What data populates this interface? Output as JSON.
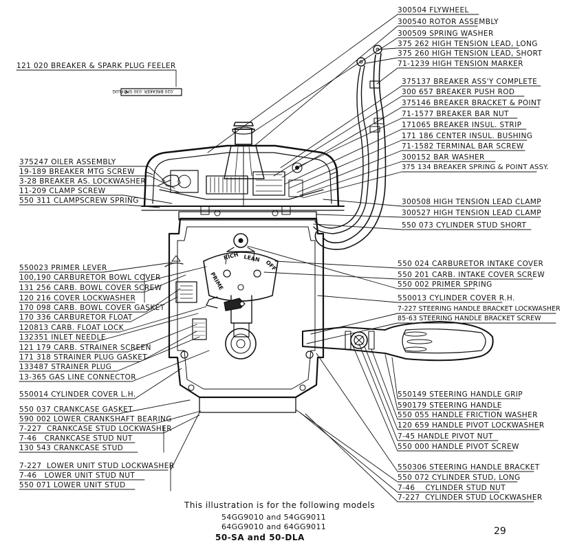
{
  "labels_right": [
    {
      "num": "300504",
      "text": "FLYWHEEL"
    },
    {
      "num": "300540",
      "text": "ROTOR ASSEMBLY"
    },
    {
      "num": "300509",
      "text": "SPRING WASHER"
    },
    {
      "num": "375 262",
      "text": "HIGH TENSION LEAD, LONG"
    },
    {
      "num": "375 260",
      "text": "HIGH TENSION LEAD, SHORT"
    },
    {
      "num": "71-1239",
      "text": "HIGH TENSION MARKER"
    },
    {
      "num": "375137",
      "text": "BREAKER ASS'Y COMPLETE"
    },
    {
      "num": "300 657",
      "text": "BREAKER PUSH ROD"
    },
    {
      "num": "375146",
      "text": "BREAKER BRACKET & POINT"
    },
    {
      "num": "71-1577",
      "text": "BREAKER BAR NUT"
    },
    {
      "num": "171065",
      "text": "BREAKER INSUL. STRIP"
    },
    {
      "num": "171 186",
      "text": "CENTER INSUL. BUSHING"
    },
    {
      "num": "71-1582",
      "text": "TERMINAL BAR SCREW"
    },
    {
      "num": "300152",
      "text": "BAR WASHER"
    },
    {
      "num": "375 134",
      "text": "BREAKER SPRING & POINT ASSY."
    },
    {
      "num": "300508",
      "text": "HIGH TENSION LEAD CLAMP"
    },
    {
      "num": "300527",
      "text": "HIGH TENSION LEAD CLAMP"
    },
    {
      "num": "550 073",
      "text": "CYLINDER STUD SHORT"
    },
    {
      "num": "550 024",
      "text": "CARBURETOR INTAKE COVER"
    },
    {
      "num": "550 201",
      "text": "CARB. INTAKE COVER SCREW"
    },
    {
      "num": "550 002",
      "text": "PRIMER SPRING"
    },
    {
      "num": "550013",
      "text": "CYLINDER COVER R.H."
    },
    {
      "num": "7-227",
      "text": "STEERING HANDLE BRACKET LOCKWASHER"
    },
    {
      "num": "85-63",
      "text": "STEERING HANDLE BRACKET SCREW"
    },
    {
      "num": "550149",
      "text": "STEERING HANDLE GRIP"
    },
    {
      "num": "590179",
      "text": "STEERING HANDLE"
    },
    {
      "num": "550 055",
      "text": "HANDLE FRICTION WASHER"
    },
    {
      "num": "120 659",
      "text": "HANDLE PIVOT LOCKWASHER"
    },
    {
      "num": "7-45",
      "text": "HANDLE PIVOT NUT"
    },
    {
      "num": "550 000",
      "text": "HANDLE PIVOT SCREW"
    },
    {
      "num": "550306",
      "text": "STEERING HANDLE BRACKET"
    },
    {
      "num": "550 072",
      "text": "CYLINDER STUD, LONG"
    },
    {
      "num": "7-46",
      "text": "CYLINDER STUD NUT"
    },
    {
      "num": "7-227",
      "text": "CYLINDER STUD LOCKWASHER"
    }
  ],
  "labels_left": [
    {
      "num": "121 020",
      "text": "BREAKER & SPARK PLUG FEELER"
    },
    {
      "num": "375247",
      "text": "OILER ASSEMBLY"
    },
    {
      "num": "19-189",
      "text": "BREAKER MTG SCREW"
    },
    {
      "num": "3-28",
      "text": "BREAKER AS. LOCKWASHER"
    },
    {
      "num": "11-209",
      "text": "CLAMP SCREW"
    },
    {
      "num": "550 311",
      "text": "CLAMPSCREW SPRING"
    },
    {
      "num": "550023",
      "text": "PRIMER LEVER"
    },
    {
      "num": "100,190",
      "text": "CARBURETOR BOWL COVER"
    },
    {
      "num": "131 256",
      "text": "CARB. BOWL COVER SCREW"
    },
    {
      "num": "120 216",
      "text": "COVER LOCKWASHER"
    },
    {
      "num": "170 098",
      "text": "CARB. BOWL COVER GASKET"
    },
    {
      "num": "170 336",
      "text": "CARBURETOR FLOAT"
    },
    {
      "num": "120813",
      "text": "CARB. FLOAT LOCK"
    },
    {
      "num": "132351",
      "text": "INLET NEEDLE"
    },
    {
      "num": "121 179",
      "text": "CARB. STRAINER SCREEN"
    },
    {
      "num": "171 318",
      "text": "STRAINER PLUG GASKET"
    },
    {
      "num": "133487",
      "text": "STRAINER PLUG"
    },
    {
      "num": "13-365",
      "text": "GAS LINE CONNECTOR"
    },
    {
      "num": "550014",
      "text": "CYLINDER COVER L.H."
    },
    {
      "num": "550 037",
      "text": "CRANKCASE GASKET"
    },
    {
      "num": "590 002",
      "text": "LOWER CRANKSHAFT BEARING"
    },
    {
      "num": "7-227",
      "text": "CRANKCASE STUD LOCKWASHER"
    },
    {
      "num": "7-46",
      "text": "CRANKCASE STUD NUT"
    },
    {
      "num": "130 543",
      "text": "CRANKCASE STUD"
    },
    {
      "num": "7-227",
      "text": "LOWER UNIT STUD LOCKWASHER"
    },
    {
      "num": "7-46",
      "text": "LOWER UNIT STUD NUT"
    },
    {
      "num": "550 071",
      "text": "LOWER UNIT STUD"
    }
  ],
  "feeler_text": ".020 BREAKER .030 SPK PLUG",
  "carb_text": {
    "prime": "PRIME",
    "rich": "RICH",
    "lean": "LEAN",
    "off": "OFF"
  },
  "caption": {
    "line1": "This illustration is for the following models",
    "line2": "54GG9010 and 54GG9011",
    "line3": "64GG9010 and 64GG9011",
    "line4": "50-SA and 50-DLA"
  },
  "page_number": "29"
}
